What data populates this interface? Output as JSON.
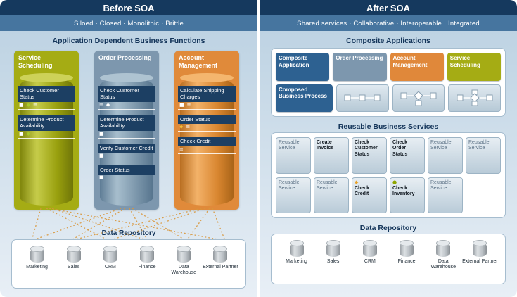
{
  "colors": {
    "header_navy": "#15395e",
    "subtitle_blue": "#46759f",
    "olive": "#a5ac14",
    "blue_gray": "#7d97ae",
    "orange": "#e08a3a",
    "item_band_navy": "#1c3f63",
    "dotted_line_gold": "#d9973c"
  },
  "icons": {
    "diamond": "◆",
    "square": "■",
    "lines": "≡",
    "circle": "●"
  },
  "left": {
    "header": "Before SOA",
    "subtitle": "Siloed · Closed · Monolithic · Brittle",
    "section_title": "Application Dependent Business Functions",
    "silos": [
      {
        "title": "Service Scheduling",
        "items": [
          {
            "label": "Check Customer Status",
            "icons": [
              "square",
              "diamond-green",
              "lines"
            ]
          },
          {
            "label": "Determine Product Availability",
            "icons": [
              "square",
              "diamond-green"
            ]
          }
        ]
      },
      {
        "title": "Order Processing",
        "items": [
          {
            "label": "Check Customer Status",
            "icons": [
              "lines",
              "diamond-white"
            ]
          },
          {
            "label": "Determine Product Availability",
            "icons": [
              "square"
            ]
          },
          {
            "label": "Verify Customer Credit",
            "icons": [
              "square"
            ]
          },
          {
            "label": "Order Status",
            "icons": [
              "square"
            ]
          }
        ]
      },
      {
        "title": "Account Management",
        "items": [
          {
            "label": "Calculate Shipping Charges",
            "icons": [
              "square",
              "lines"
            ]
          },
          {
            "label": "Order Status",
            "icons": [
              "diamond-gold",
              "lines"
            ]
          },
          {
            "label": "Check Credit",
            "icons": [
              "lines"
            ]
          }
        ]
      }
    ],
    "repository": {
      "title": "Data Repository",
      "databases": [
        "Marketing",
        "Sales",
        "CRM",
        "Finance",
        "Data Warehouse",
        "External Partner"
      ]
    }
  },
  "right": {
    "header": "After SOA",
    "subtitle": "Shared services · Collaborative · Interoperable · Integrated",
    "composite": {
      "title": "Composite Applications",
      "row1": [
        "Composite Application",
        "Order Processing",
        "Account Management",
        "Service Scheduling"
      ],
      "row2_label": "Composed Business Process",
      "workflow_icons": [
        "workflow-linear",
        "workflow-branch-down",
        "workflow-branch-cross"
      ]
    },
    "services": {
      "title": "Reusable Business Services",
      "row1": [
        "Reusable Service",
        "Create Invoice",
        "Check Customer Status",
        "Check Order Status",
        "Reusable Service",
        "Reusable Service"
      ],
      "row2": [
        "Reusable Service",
        "Reusable Service",
        "Check Credit",
        "Check Inventory",
        "Reusable Service"
      ]
    },
    "repository": {
      "title": "Data Repository",
      "databases": [
        "Marketing",
        "Sales",
        "CRM",
        "Finance",
        "Data Warehouse",
        "External Partner"
      ]
    }
  }
}
